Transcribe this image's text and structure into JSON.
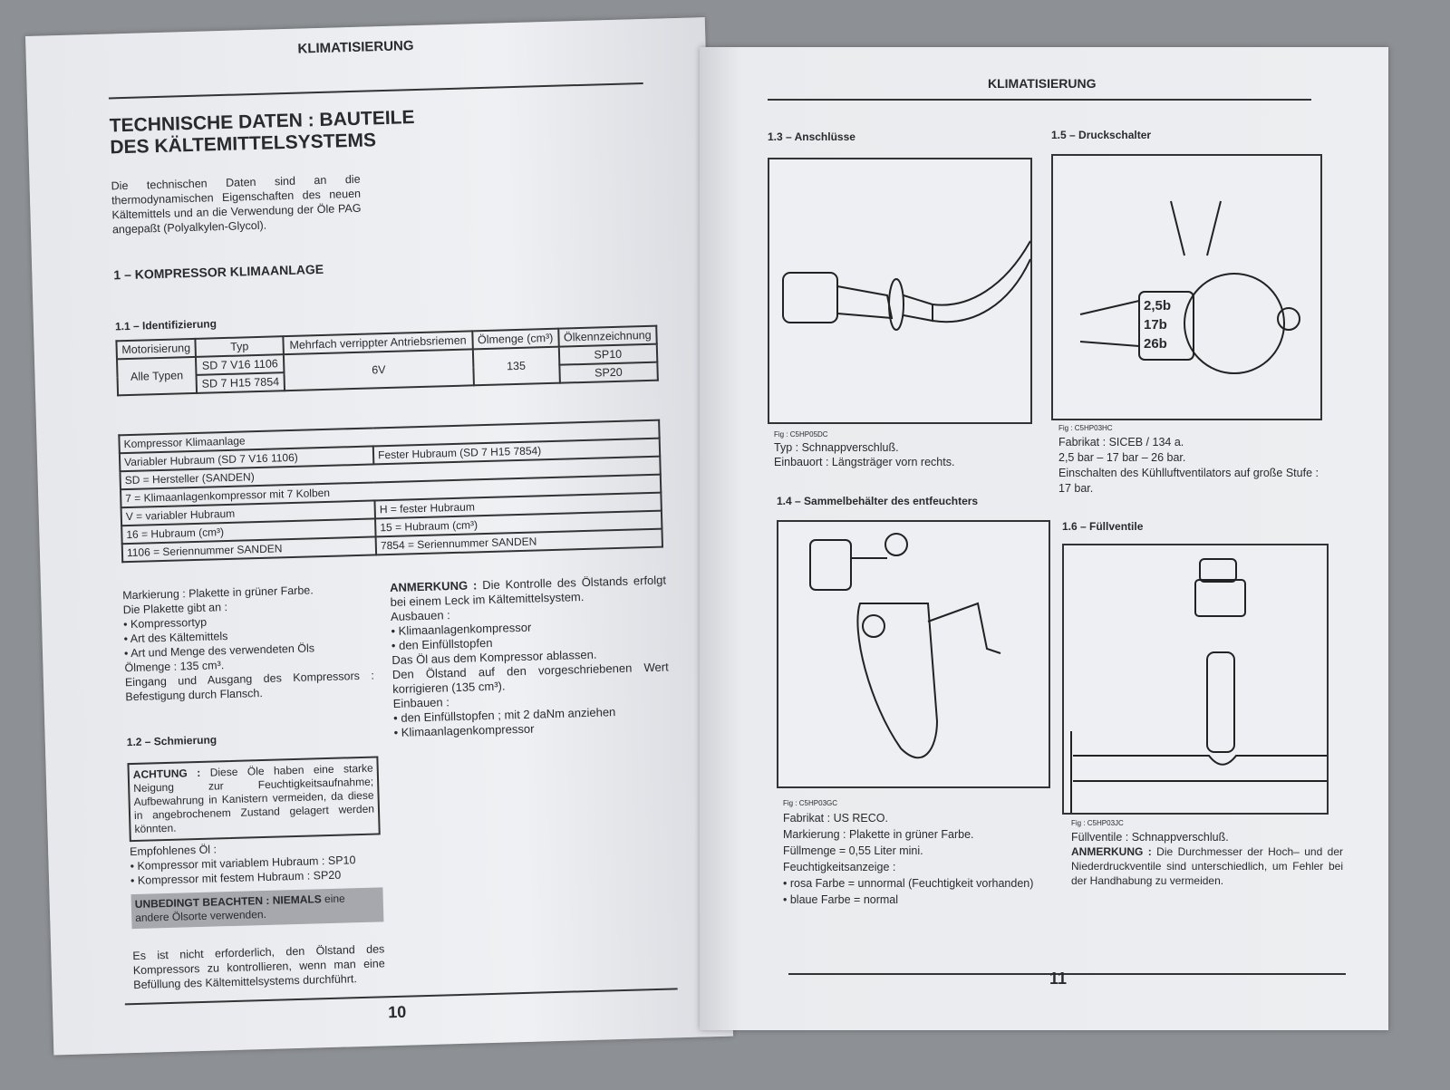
{
  "left_page": {
    "header": "KLIMATISIERUNG",
    "title": "TECHNISCHE DATEN : BAUTEILE DES KÄLTEMITTELSYSTEMS",
    "intro": "Die technischen Daten sind an die thermodynamischen Eigenschaften des neuen Kältemittels und an die Verwendung der Öle PAG angepaßt (Polyalkylen-Glycol).",
    "section1": "1 – KOMPRESSOR KLIMAANLAGE",
    "sub11": "1.1 – Identifizierung",
    "id_table": {
      "headers": [
        "Motorisierung",
        "Typ",
        "Mehrfach verrippter Antriebsriemen",
        "Ölmenge (cm³)",
        "Ölkennzeichnung"
      ],
      "motor": "Alle Typen",
      "types": [
        "SD 7 V16 1106",
        "SD 7 H15 7854"
      ],
      "belt": "6V",
      "oil_qty": "135",
      "oil_codes": [
        "SP10",
        "SP20"
      ]
    },
    "comp_table": {
      "title": "Kompressor Klimaanlage",
      "rows": [
        [
          "Variabler Hubraum (SD 7 V16 1106)",
          "Fester Hubraum (SD 7 H15 7854)"
        ],
        [
          "SD = Hersteller (SANDEN)"
        ],
        [
          "7 = Klimaanlagenkompressor mit 7 Kolben"
        ],
        [
          "V = variabler Hubraum",
          "H = fester Hubraum"
        ],
        [
          "16 = Hubraum (cm³)",
          "15 = Hubraum (cm³)"
        ],
        [
          "1106 = Seriennummer SANDEN",
          "7854 = Seriennummer SANDEN"
        ]
      ]
    },
    "marking": "Markierung : Plakette in grüner Farbe.",
    "plate_intro": "Die Plakette gibt an :",
    "plate_items": [
      "Kompressortyp",
      "Art des Kältemittels",
      "Art und Menge des verwendeten Öls"
    ],
    "oil_amount": "Ölmenge : 135 cm³.",
    "in_out": "Eingang und Ausgang des Kompressors : Befestigung durch Flansch.",
    "sub12": "1.2 – Schmierung",
    "warning_label": "ACHTUNG :",
    "warning": "Diese Öle haben eine starke Neigung zur Feuchtigkeitsaufnahme; Aufbewahrung in Kanistern vermeiden, da diese in angebrochenem Zustand gelagert werden könnten.",
    "recommended": "Empfohlenes Öl :",
    "recommended_items": [
      "Kompressor mit variablem Hubraum : SP10",
      "Kompressor mit festem Hubraum : SP20"
    ],
    "caution_label": "UNBEDINGT BEACHTEN : NIEMALS",
    "caution": "eine andere Ölsorte verwenden.",
    "final": "Es ist nicht erforderlich, den Ölstand des Kompressors zu kontrollieren, wenn man eine Befüllung des Kältemittelsystems durchführt.",
    "note_label": "ANMERKUNG :",
    "note": "Die Kontrolle des Ölstands erfolgt bei einem Leck im Kältemittelsystem.",
    "remove": "Ausbauen :",
    "remove_items": [
      "Klimaanlagenkompressor",
      "den Einfüllstopfen"
    ],
    "drain": "Das Öl aus dem Kompressor ablassen.",
    "correct": "Den Ölstand auf den vorgeschriebenen Wert korrigieren (135 cm³).",
    "install": "Einbauen :",
    "install_items": [
      "den Einfüllstopfen ; mit 2 daNm anziehen",
      "Klimaanlagenkompressor"
    ],
    "page_number": "10"
  },
  "right_page": {
    "header": "KLIMATISIERUNG",
    "s13": {
      "title": "1.3 – Anschlüsse",
      "fig": "Fig : C5HP05DC",
      "lines": [
        "Typ : Schnappverschluß.",
        "Einbauort : Längsträger vorn rechts."
      ]
    },
    "s14": {
      "title": "1.4 – Sammelbehälter des entfeuchters",
      "fig": "Fig : C5HP03GC",
      "lines": [
        "Fabrikat : US RECO.",
        "Markierung : Plakette in grüner Farbe.",
        "Füllmenge = 0,55 Liter mini.",
        "Feuchtigkeitsanzeige :"
      ],
      "items": [
        "rosa Farbe = unnormal (Feuchtigkeit vorhanden)",
        "blaue Farbe = normal"
      ]
    },
    "s15": {
      "title": "1.5 – Druckschalter",
      "fig": "Fig : C5HP03HC",
      "labels": [
        "2,5b",
        "17b",
        "26b"
      ],
      "lines": [
        "Fabrikat : SICEB / 134 a.",
        "2,5 bar – 17 bar – 26 bar.",
        "Einschalten des Kühlluftventilators auf große Stufe : 17 bar."
      ]
    },
    "s16": {
      "title": "1.6 – Füllventile",
      "fig": "Fig : C5HP03JC",
      "lines": [
        "Füllventile : Schnappverschluß."
      ],
      "note_label": "ANMERKUNG :",
      "note": "Die Durchmesser der Hoch– und der Niederdruckventile sind unterschiedlich, um Fehler bei der Handhabung zu vermeiden."
    },
    "page_number": "11"
  }
}
